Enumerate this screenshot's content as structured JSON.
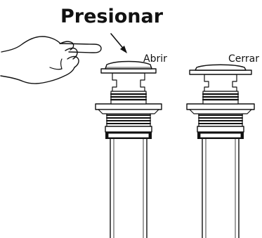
{
  "diagram": {
    "instruction": "Presionar",
    "states": {
      "open": "Abrir",
      "closed": "Cerrar"
    }
  }
}
